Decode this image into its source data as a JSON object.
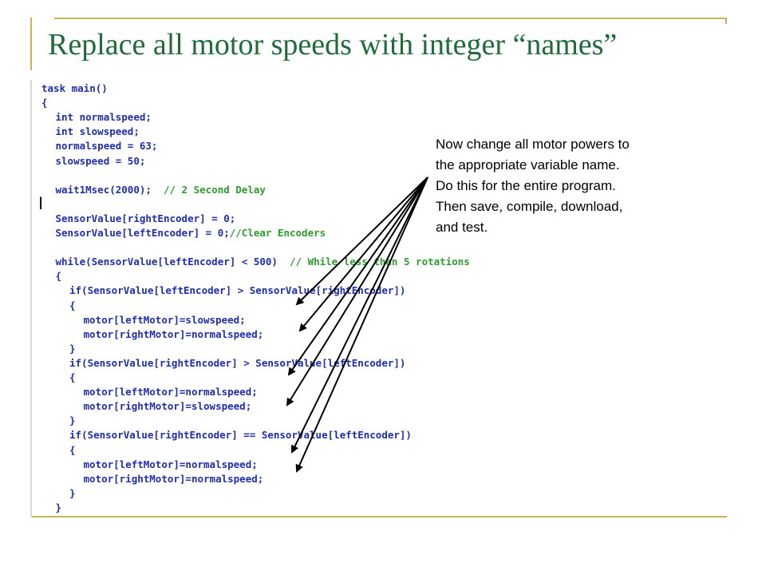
{
  "slide": {
    "title": "Replace all motor speeds with integer “names”",
    "stray_mark": "I"
  },
  "code": {
    "lines": [
      {
        "indent": 0,
        "text": "task main()",
        "comment": ""
      },
      {
        "indent": 0,
        "text": "{",
        "comment": ""
      },
      {
        "indent": 1,
        "text": "int normalspeed;",
        "comment": ""
      },
      {
        "indent": 1,
        "text": "int slowspeed;",
        "comment": ""
      },
      {
        "indent": 1,
        "text": "normalspeed = 63;",
        "comment": ""
      },
      {
        "indent": 1,
        "text": "slowspeed = 50;",
        "comment": ""
      },
      {
        "indent": 0,
        "text": "",
        "comment": ""
      },
      {
        "indent": 1,
        "text": "wait1Msec(2000);  ",
        "comment": "// 2 Second Delay"
      },
      {
        "indent": 0,
        "text": "",
        "comment": ""
      },
      {
        "indent": 1,
        "text": "SensorValue[rightEncoder] = 0;",
        "comment": ""
      },
      {
        "indent": 1,
        "text": "SensorValue[leftEncoder] = 0;",
        "comment": "//Clear Encoders"
      },
      {
        "indent": 0,
        "text": "",
        "comment": ""
      },
      {
        "indent": 1,
        "text": "while(SensorValue[leftEncoder] < 500)  ",
        "comment": "// While less than 5 rotations"
      },
      {
        "indent": 1,
        "text": "{",
        "comment": ""
      },
      {
        "indent": 2,
        "text": "if(SensorValue[leftEncoder] > SensorValue[rightEncoder])",
        "comment": ""
      },
      {
        "indent": 2,
        "text": "{",
        "comment": ""
      },
      {
        "indent": 3,
        "text": "motor[leftMotor]=slowspeed;",
        "comment": ""
      },
      {
        "indent": 3,
        "text": "motor[rightMotor]=normalspeed;",
        "comment": ""
      },
      {
        "indent": 2,
        "text": "}",
        "comment": ""
      },
      {
        "indent": 2,
        "text": "if(SensorValue[rightEncoder] > SensorValue[leftEncoder])",
        "comment": ""
      },
      {
        "indent": 2,
        "text": "{",
        "comment": ""
      },
      {
        "indent": 3,
        "text": "motor[leftMotor]=normalspeed;",
        "comment": ""
      },
      {
        "indent": 3,
        "text": "motor[rightMotor]=slowspeed;",
        "comment": ""
      },
      {
        "indent": 2,
        "text": "}",
        "comment": ""
      },
      {
        "indent": 2,
        "text": "if(SensorValue[rightEncoder] == SensorValue[leftEncoder])",
        "comment": ""
      },
      {
        "indent": 2,
        "text": "{",
        "comment": ""
      },
      {
        "indent": 3,
        "text": "motor[leftMotor]=normalspeed;",
        "comment": ""
      },
      {
        "indent": 3,
        "text": "motor[rightMotor]=normalspeed;",
        "comment": ""
      },
      {
        "indent": 2,
        "text": "}",
        "comment": ""
      },
      {
        "indent": 1,
        "text": "}",
        "comment": ""
      }
    ],
    "colors": {
      "keyword": "#1f2db0",
      "comment": "#2e9c2e"
    }
  },
  "note": {
    "lines": [
      "Now change all motor powers to",
      "the appropriate variable name.",
      "Do this for the entire program.",
      "Then save, compile, download,",
      "and test."
    ]
  },
  "colors": {
    "title": "#1f6b3a",
    "accent_rule": "#c9b458",
    "arrow": "#000000"
  },
  "arrows": {
    "count": 6
  }
}
